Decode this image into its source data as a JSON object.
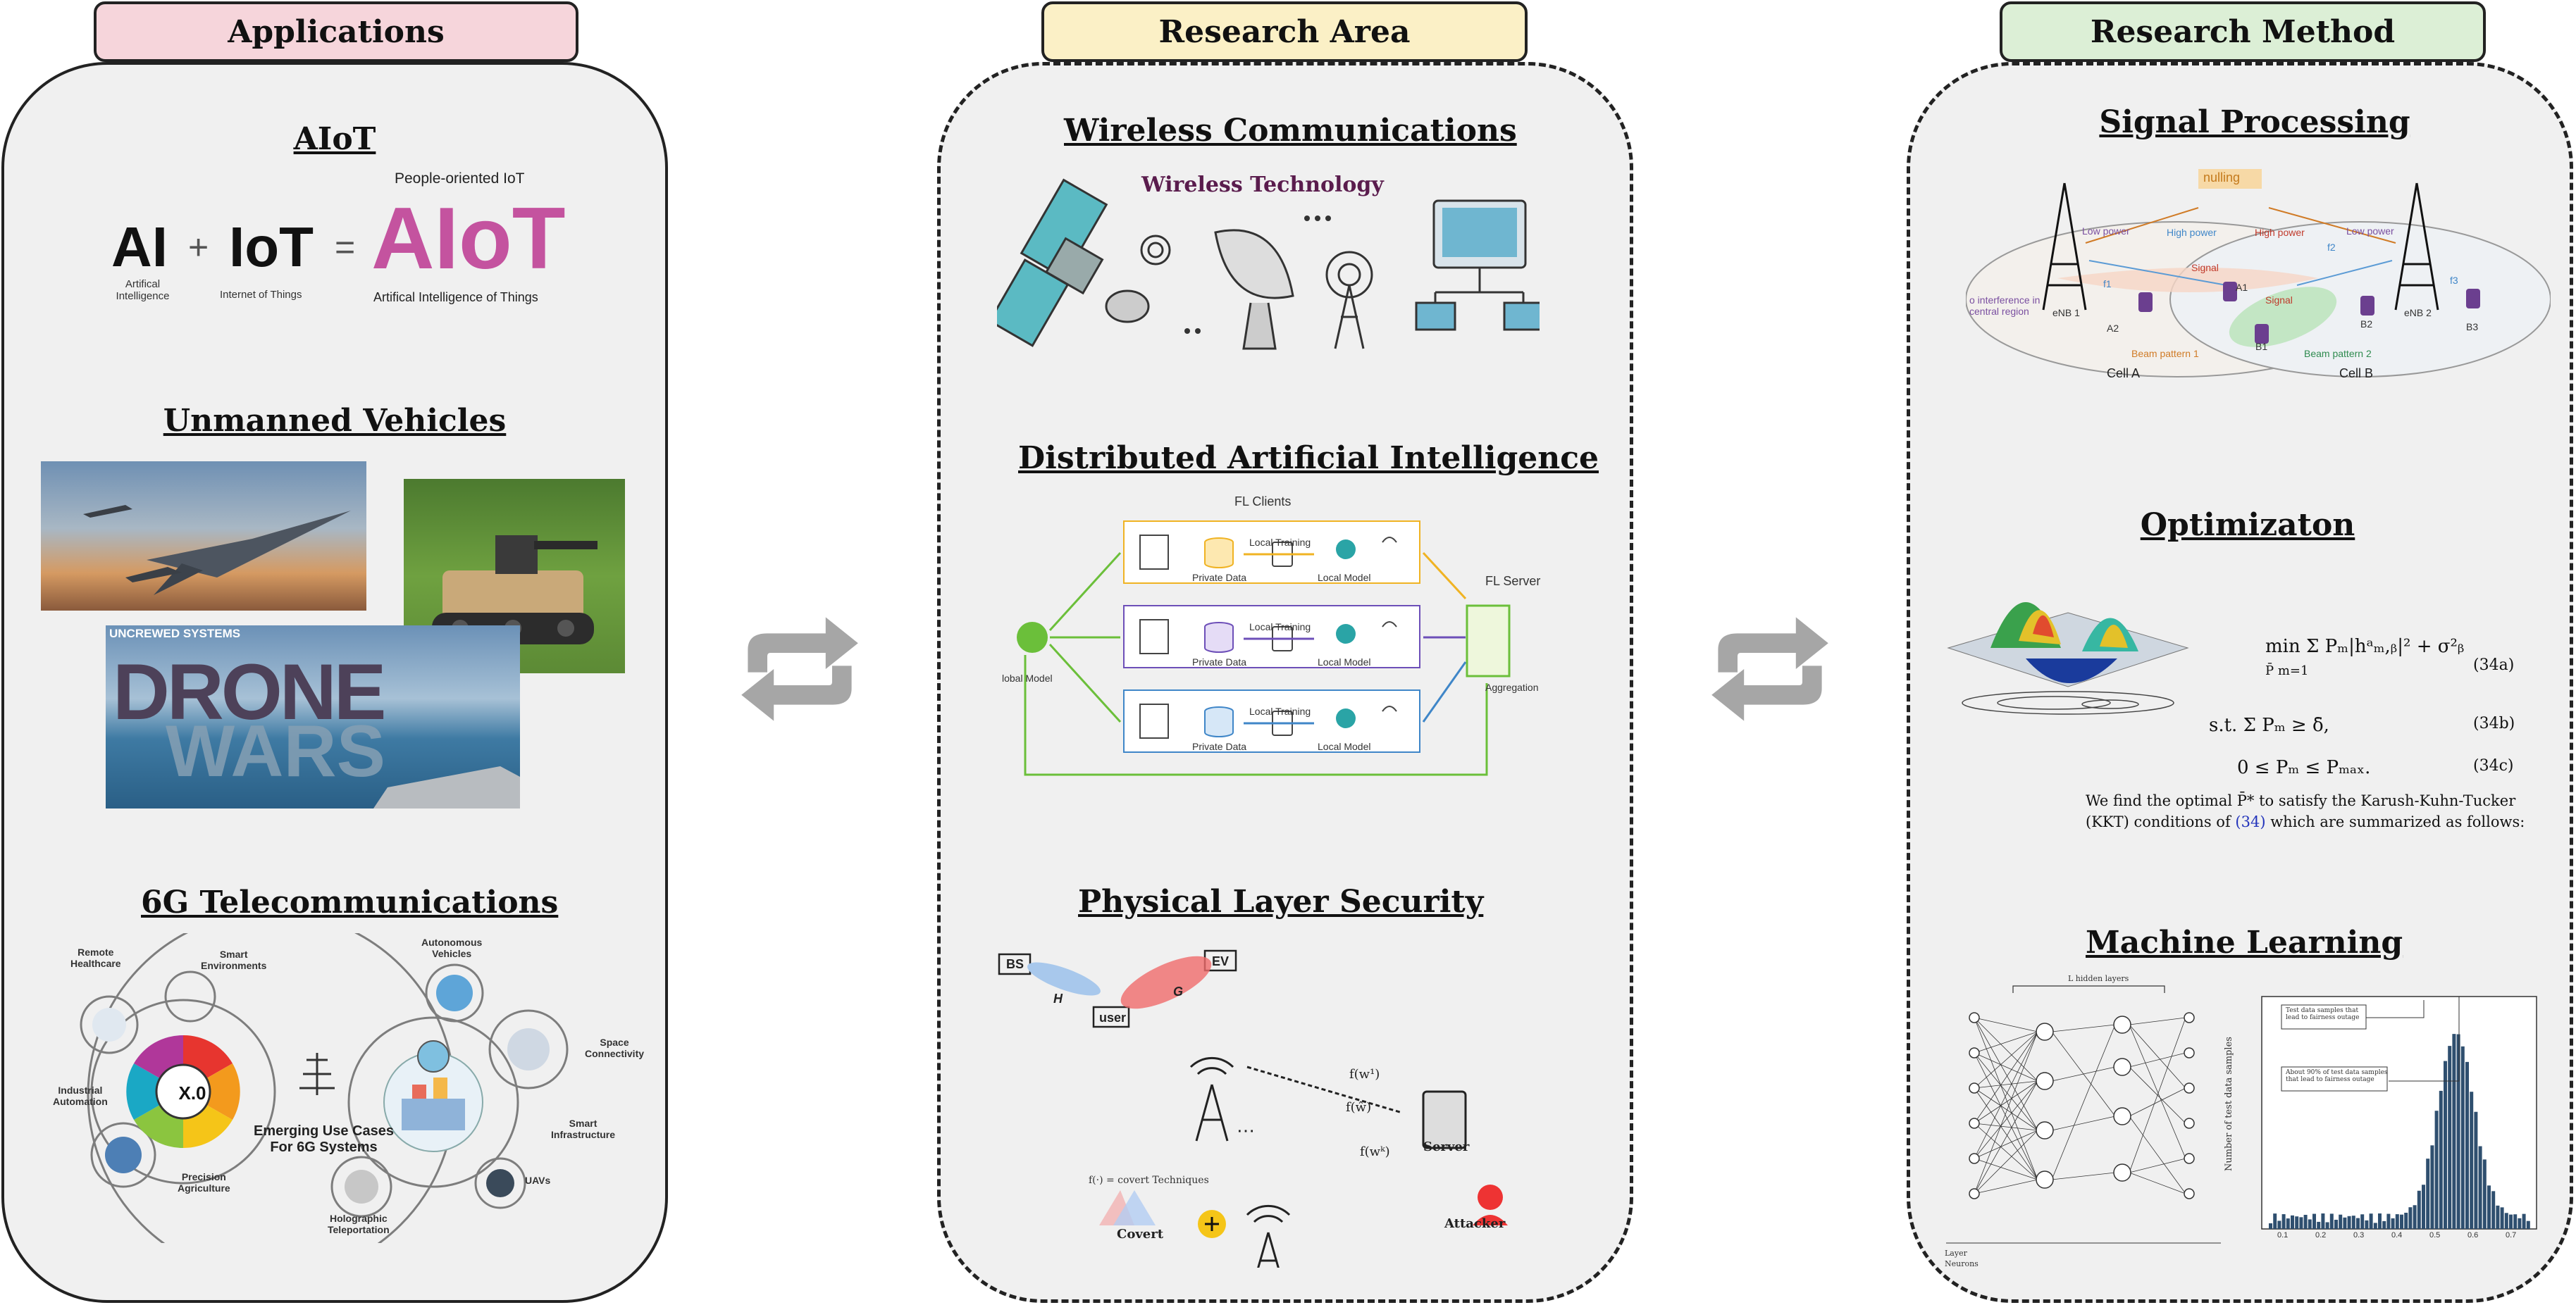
{
  "columns": {
    "applications": {
      "header": "Applications",
      "aiot": {
        "title": "AIoT",
        "ai": "AI",
        "ai_caption": "Artifical\nIntelligence",
        "iot": "IoT",
        "iot_caption": "Internet of Things",
        "aiot_word": "AIoT",
        "aiot_tagline": "People-oriented IoT",
        "aiot_caption": "Artifical Intelligence of Things",
        "plus": "+",
        "equals": "="
      },
      "unmanned": {
        "title": "Unmanned Vehicles",
        "drone_banner": "UNCREWED SYSTEMS",
        "drone_word1": "DRONE",
        "drone_word2": "WARS"
      },
      "telecom": {
        "title": "6G Telecommunications",
        "hub": "X.0",
        "center_text": "Emerging Use Cases\nFor 6G Systems",
        "labels": [
          "Remote\nHealthcare",
          "Smart\nEnvironments",
          "Autonomous\nVehicles",
          "Space\nConnectivity",
          "Industrial\nAutomation",
          "Smart\nInfrastructure",
          "UAVs",
          "Precision\nAgriculture",
          "Holographic\nTeleportation"
        ]
      }
    },
    "research_area": {
      "header": "Research Area",
      "wireless": {
        "title": "Wireless Communications",
        "banner": "Wireless Technology"
      },
      "dai": {
        "title": "Distributed Artificial Intelligence",
        "fl_clients": "FL Clients",
        "fl_server": "FL Server",
        "local_training": "Local Training",
        "private_data": "Private Data",
        "local_model": "Local Model",
        "global_model": "lobal Model",
        "aggregation": "Aggregation"
      },
      "pls": {
        "title": "Physical Layer Security",
        "bs": "BS",
        "ev": "EV",
        "user": "user",
        "h": "H",
        "g": "G",
        "fw1": "f(w¹)",
        "fw": "f(ŵ)",
        "fwk": "f(wᵏ)",
        "server": "Server",
        "attacker": "Attacker",
        "covert": "Covert",
        "covert_note": "f(·) = covert Techniques",
        "dots": "⋯"
      }
    },
    "research_method": {
      "header": "Research Method",
      "signal": {
        "title": "Signal Processing",
        "nulling": "nulling",
        "enb1": "eNB 1",
        "enb2": "eNB 2",
        "low_power1": "Low power",
        "high_power1": "High power",
        "high_power2": "High power",
        "low_power2": "Low power",
        "signal1": "Signal",
        "signal2": "Signal",
        "interference": "o interference in\ncentral region",
        "beam1": "Beam pattern 1",
        "beam2": "Beam pattern 2",
        "cell_a": "Cell A",
        "cell_b": "Cell B",
        "users": [
          "A2",
          "A1",
          "B1",
          "B2",
          "B3"
        ],
        "f1": "f1",
        "f2": "f2",
        "f3": "f3"
      },
      "opt": {
        "title": "Optimizaton",
        "eq1_tag": "(34a)",
        "eq2_tag": "(34b)",
        "eq3_tag": "(34c)",
        "eq1": "min   Σ Pₘ|hᵃₘ,ᵦ|² + σ²ᵦ",
        "eq1_sub": "P̄           m=1",
        "eq2": "s.t.   Σ Pₘ ≥ δ̄,",
        "eq3": "0 ≤ Pₘ ≤ Pₘₐₓ.",
        "text_line1": "We find the optimal  P̄*  to satisfy the Karush-Kuhn-Tucker",
        "text_line2_a": "(KKT) conditions of ",
        "text_line2_ref": "(34)",
        "text_line2_b": " which are summarized as follows:"
      },
      "ml": {
        "title": "Machine Learning",
        "hidden_layers": "L hidden layers",
        "layer_label": "Layer",
        "neurons_label": "Neurons",
        "hist_ylabel": "Number of test data samples",
        "hist_note1": "Test data samples that\nlead to fairness outage",
        "hist_note2": "About 90% of test data samples\nthat lead to fairness outage",
        "hist_xticks": [
          "0.1",
          "0.2",
          "0.3",
          "0.4",
          "0.5",
          "0.6",
          "0.7"
        ]
      }
    }
  },
  "colors": {
    "panel_bg": "#f0f0f0",
    "hdr_applications": "#f6d5db",
    "hdr_research_area": "#fbf0c6",
    "hdr_research_method": "#dcefd6",
    "aiot_pink": "#c4539f",
    "arrow_gray": "#a6a6a6",
    "fl_orange": "#f0b323",
    "fl_purple": "#6d4fb8",
    "fl_blue": "#3f86c8",
    "fl_green": "#6bbf3a"
  }
}
